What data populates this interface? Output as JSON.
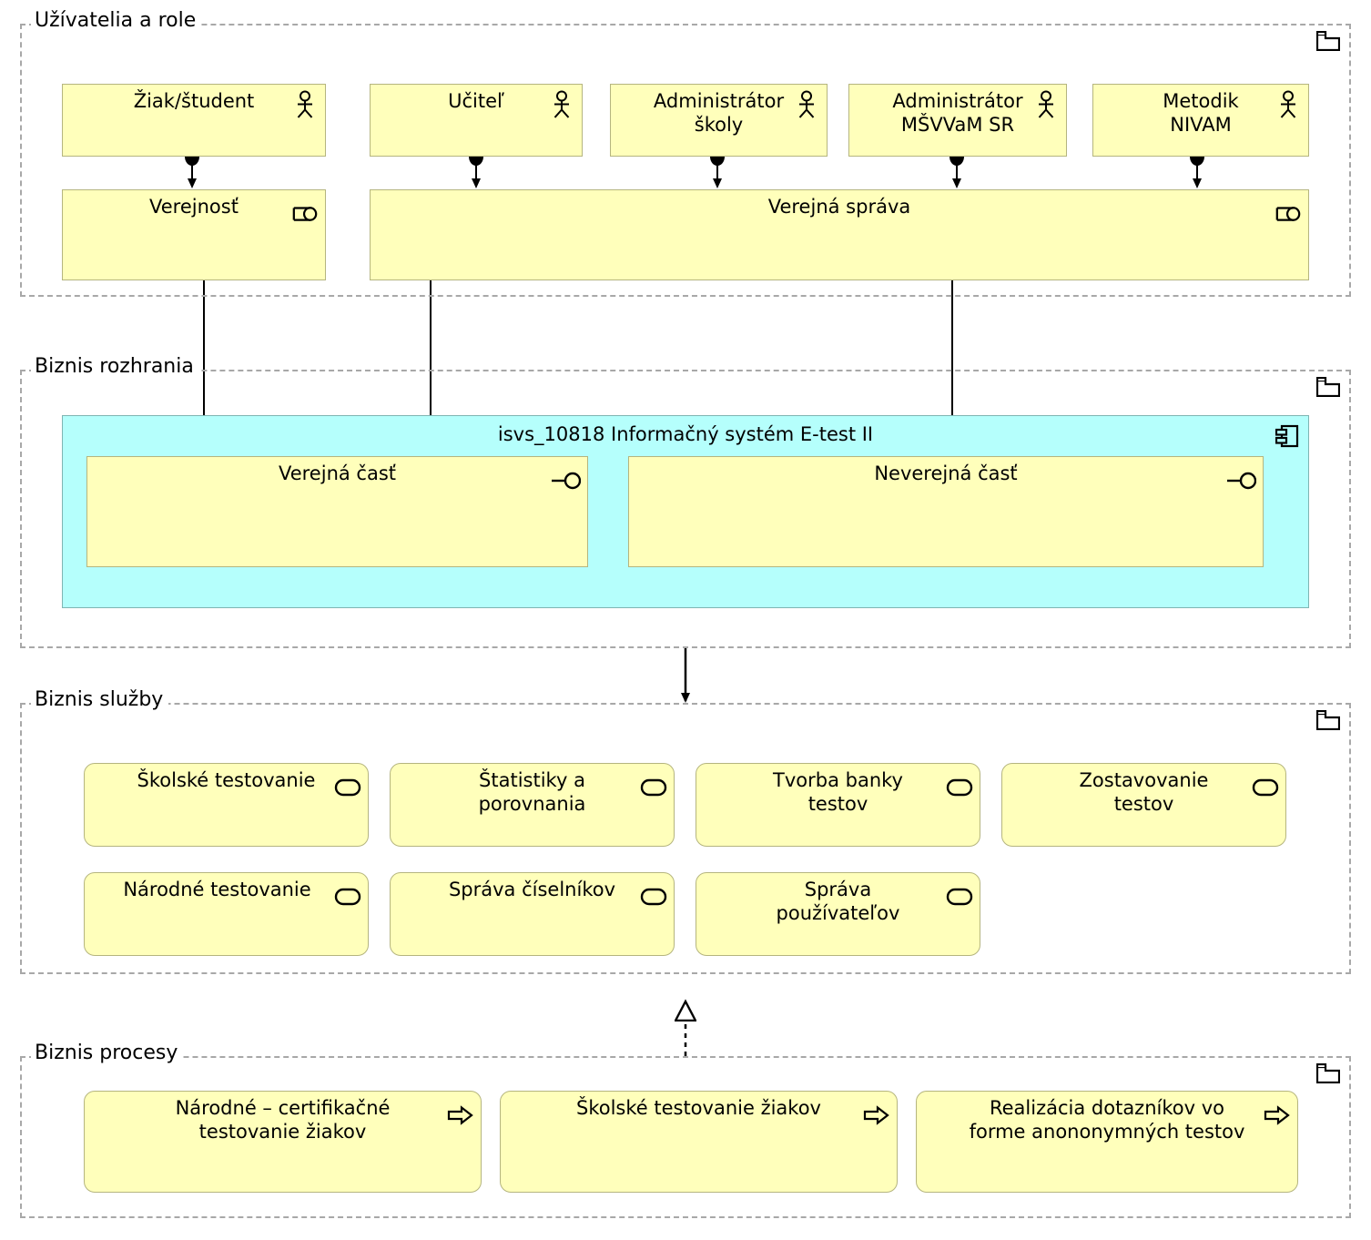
{
  "diagram": {
    "title": "isvs_10818 Informačný systém E-test II",
    "colors": {
      "element_fill": "#ffffbb",
      "element_border": "#b5b57f",
      "component_fill": "#b5fffc",
      "component_border": "#7fb5b2",
      "group_border": "#a8a8a8",
      "line": "#000000"
    }
  },
  "groups": [
    {
      "id": "users",
      "label": "Užívatelia a role",
      "folder_icon": "folder-icon"
    },
    {
      "id": "interfaces",
      "label": "Biznis rozhrania",
      "folder_icon": "folder-icon"
    },
    {
      "id": "services",
      "label": "Biznis služby",
      "folder_icon": "folder-icon"
    },
    {
      "id": "processes",
      "label": "Biznis procesy",
      "folder_icon": "folder-icon"
    }
  ],
  "actors": [
    {
      "id": "ziak",
      "label": "Žiak/študent",
      "icon": "business-actor-icon"
    },
    {
      "id": "ucitel",
      "label": "Učiteľ",
      "icon": "business-actor-icon"
    },
    {
      "id": "adminskoly",
      "label": "Administrátor\nškoly",
      "icon": "business-actor-icon"
    },
    {
      "id": "adminmsvvam",
      "label": "Administrátor\nMŠVVaM SR",
      "icon": "business-actor-icon"
    },
    {
      "id": "metodik",
      "label": "Metodik\nNIVAM",
      "icon": "business-actor-icon"
    }
  ],
  "roles": [
    {
      "id": "verejnost",
      "label": "Verejnosť",
      "icon": "business-role-icon"
    },
    {
      "id": "verejnasprava",
      "label": "Verejná správa",
      "icon": "business-role-icon"
    }
  ],
  "component": {
    "id": "isvs10818",
    "label": "isvs_10818 Informačný systém E-test II",
    "icon": "application-component-icon",
    "interfaces": [
      {
        "id": "verejnacast",
        "label": "Verejná časť",
        "icon": "business-interface-icon"
      },
      {
        "id": "neverejnacast",
        "label": "Neverejná časť",
        "icon": "business-interface-icon"
      }
    ]
  },
  "services": [
    {
      "id": "skolske",
      "label": "Školské testovanie",
      "icon": "business-service-icon"
    },
    {
      "id": "statistiky",
      "label": "Štatistiky a\nporovnania",
      "icon": "business-service-icon"
    },
    {
      "id": "tvorbabanky",
      "label": "Tvorba banky\ntestov",
      "icon": "business-service-icon"
    },
    {
      "id": "zostavovanie",
      "label": "Zostavovanie\ntestov",
      "icon": "business-service-icon"
    },
    {
      "id": "narodne",
      "label": "Národné testovanie",
      "icon": "business-service-icon"
    },
    {
      "id": "ciselniky",
      "label": "Správa číselníkov",
      "icon": "business-service-icon"
    },
    {
      "id": "pouzivatelia",
      "label": "Správa\npoužívateľov",
      "icon": "business-service-icon"
    }
  ],
  "processes": [
    {
      "id": "narodnecert",
      "label": "Národné – certifikačné\ntestovanie žiakov",
      "icon": "business-process-icon"
    },
    {
      "id": "skolsketest",
      "label": "Školské testovanie žiakov",
      "icon": "business-process-icon"
    },
    {
      "id": "dotazniky",
      "label": "Realizácia dotazníkov vo\nforme anononymných testov",
      "icon": "business-process-icon"
    }
  ]
}
